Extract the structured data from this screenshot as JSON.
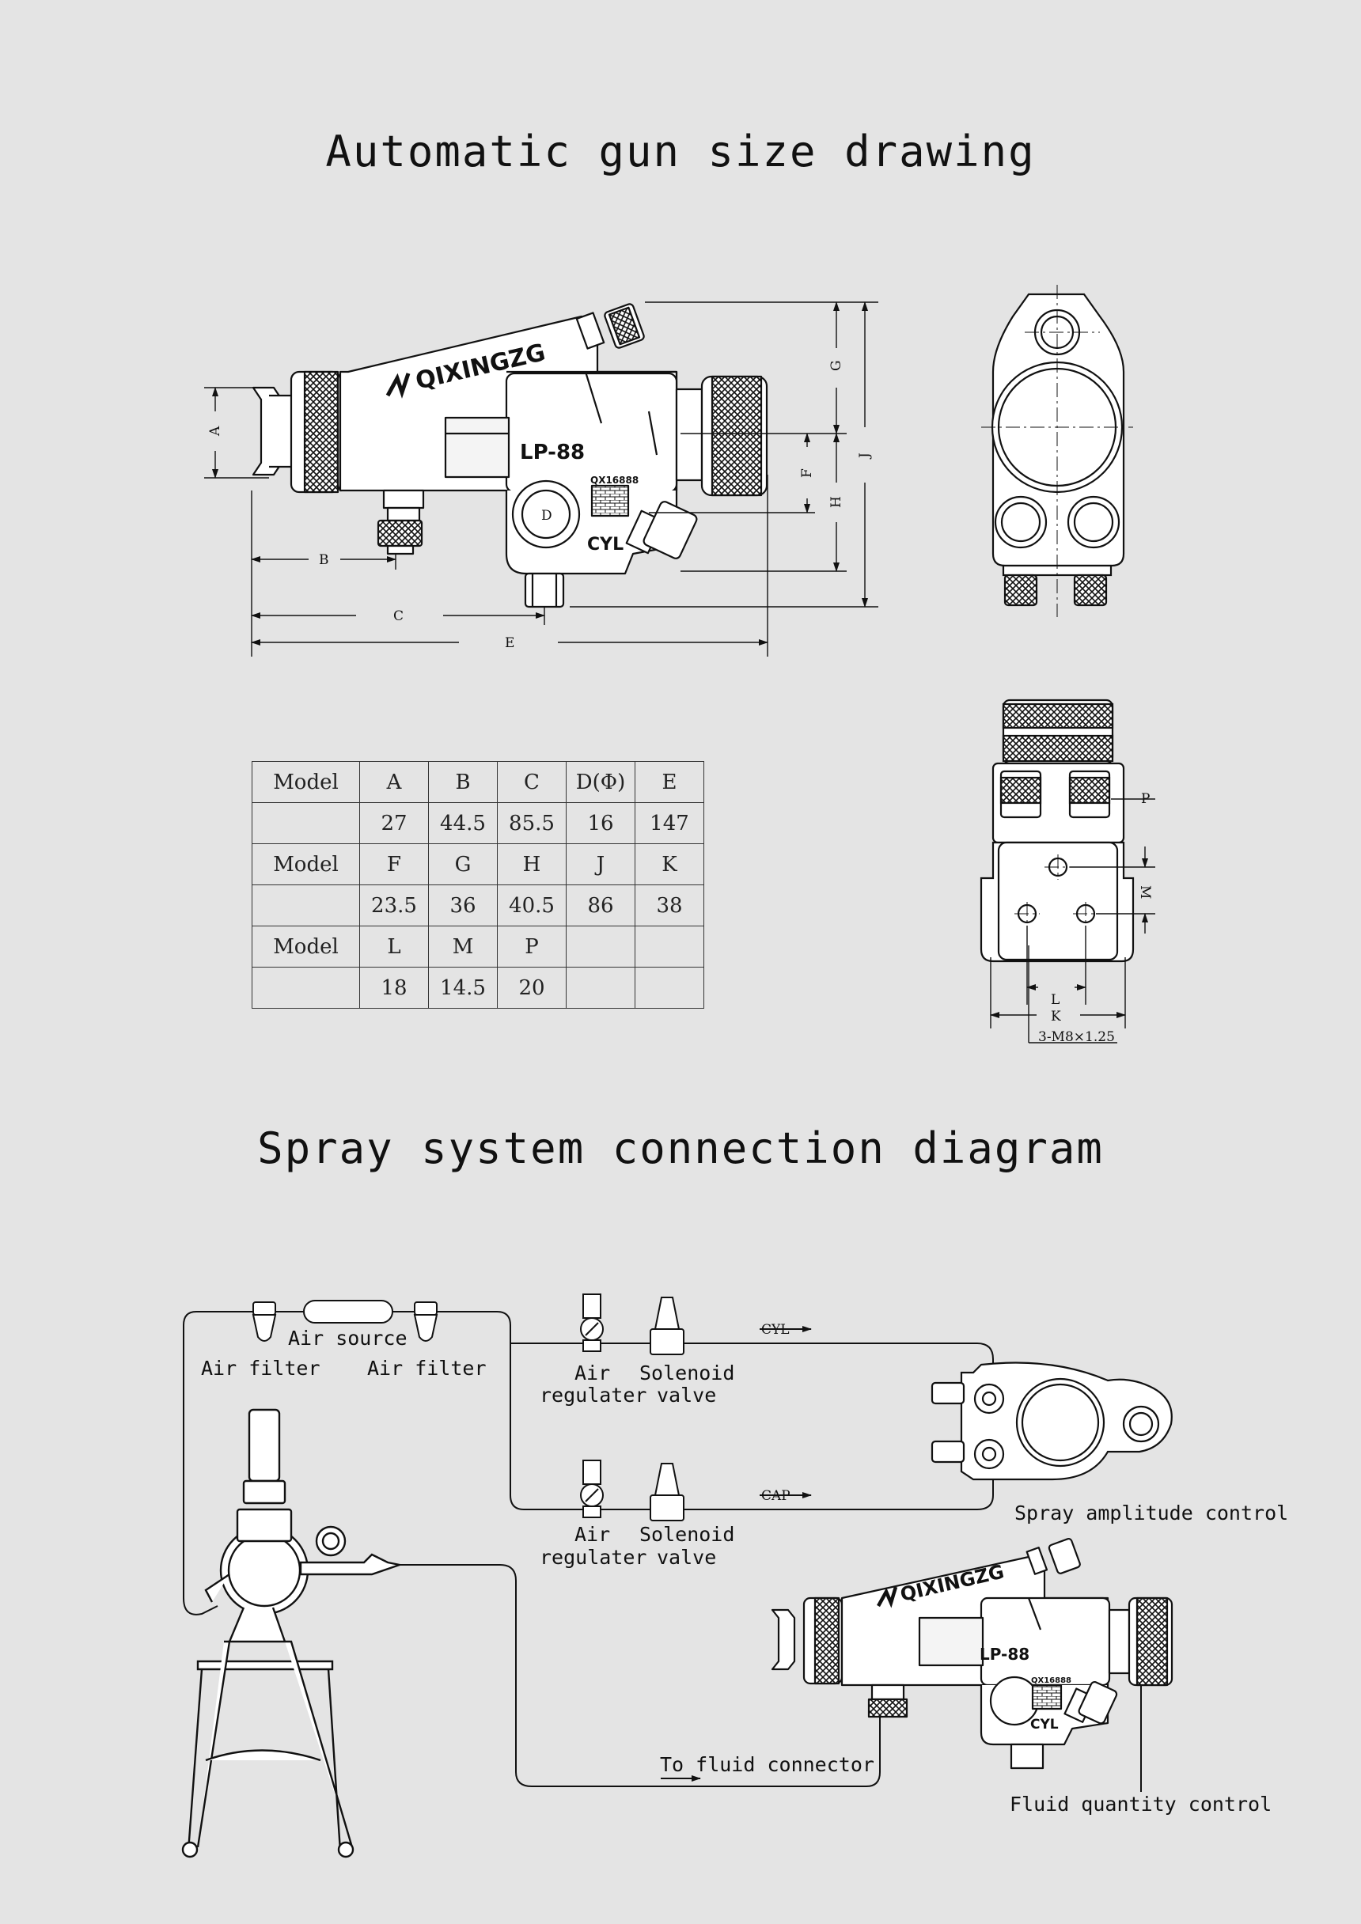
{
  "titles": {
    "size_drawing": "Automatic gun size drawing",
    "connection_diagram": "Spray system connection diagram"
  },
  "gun": {
    "brand": "QIXINGZG",
    "model": "LP-88",
    "code": "QX16888",
    "cyl": "CYL",
    "d_label": "D"
  },
  "dimension_labels": {
    "A": "A",
    "B": "B",
    "C": "C",
    "E": "E",
    "F": "F",
    "G": "G",
    "H": "H",
    "J": "J",
    "K": "K",
    "L": "L",
    "M": "M",
    "P": "P",
    "thread": "3-M8×1.25"
  },
  "spec_table": {
    "rows": [
      [
        "Model",
        "A",
        "B",
        "C",
        "D(Φ)",
        "E"
      ],
      [
        "",
        "27",
        "44.5",
        "85.5",
        "16",
        "147"
      ],
      [
        "Model",
        "F",
        "G",
        "H",
        "J",
        "K"
      ],
      [
        "",
        "23.5",
        "36",
        "40.5",
        "86",
        "38"
      ],
      [
        "Model",
        "L",
        "M",
        "P",
        "",
        ""
      ],
      [
        "",
        "18",
        "14.5",
        "20",
        "",
        ""
      ]
    ]
  },
  "diagram": {
    "air_source": "Air source",
    "air_filter_left": "Air filter",
    "air_filter_right": "Air filter",
    "air_reg_1_line1": "Air",
    "air_reg_1_line2": "regulater",
    "solenoid_1_line1": "Solenoid",
    "solenoid_1_line2": "valve",
    "air_reg_2_line1": "Air",
    "air_reg_2_line2": "regulater",
    "solenoid_2_line1": "Solenoid",
    "solenoid_2_line2": "valve",
    "cyl_line": "CYL",
    "cap_line": "CAP",
    "spray_amplitude": "Spray amplitude control",
    "fluid_connector": "To fluid connector",
    "fluid_quantity": "Fluid quantity control"
  }
}
